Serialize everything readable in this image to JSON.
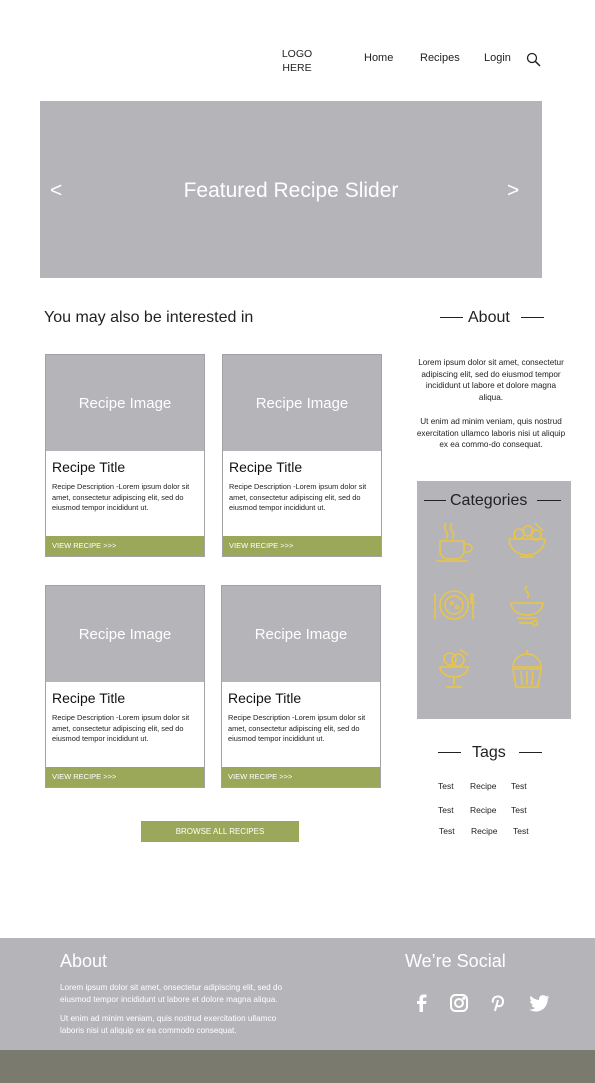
{
  "header": {
    "logo_line1": "LOGO",
    "logo_line2": "HERE",
    "nav": [
      "Home",
      "Recipes",
      "Login"
    ]
  },
  "slider": {
    "title": "Featured Recipe Slider",
    "prev": "<",
    "next": ">"
  },
  "main": {
    "heading": "You may also be interested in",
    "cards": [
      {
        "image_label": "Recipe Image",
        "title": "Recipe Title",
        "desc": "Recipe Description -Lorem ipsum dolor sit amet, consectetur adipiscing elit, sed do eiusmod tempor incididunt ut.",
        "button": "VIEW RECIPE >>>"
      },
      {
        "image_label": "Recipe Image",
        "title": "Recipe Title",
        "desc": "Recipe Description -Lorem ipsum dolor sit amet, consectetur adipiscing elit, sed do eiusmod tempor incididunt ut.",
        "button": "VIEW RECIPE >>>"
      },
      {
        "image_label": "Recipe Image",
        "title": "Recipe Title",
        "desc": "Recipe Description -Lorem ipsum dolor sit amet, consectetur adipiscing elit, sed do eiusmod tempor incididunt ut.",
        "button": "VIEW RECIPE >>>"
      },
      {
        "image_label": "Recipe Image",
        "title": "Recipe Title",
        "desc": "Recipe Description -Lorem ipsum dolor sit amet, consectetur adipiscing elit, sed do eiusmod tempor incididunt ut.",
        "button": "VIEW RECIPE >>>"
      }
    ],
    "browse_button": "BROWSE ALL RECIPES"
  },
  "sidebar": {
    "about_heading": "About",
    "about_p1": "Lorem ipsum dolor sit amet, consectetur adipiscing elit, sed do eiusmod tempor incididunt ut labore et dolore magna aliqua.",
    "about_p2": "Ut enim ad minim veniam, quis nostrud exercitation ullamco laboris nisi ut aliquip ex ea commo-do consequat.",
    "categories_heading": "Categories",
    "category_icons": [
      "coffee-cup-icon",
      "salad-bowl-icon",
      "plate-icon",
      "soup-bowl-icon",
      "ice-cream-icon",
      "cupcake-icon"
    ],
    "tags_heading": "Tags",
    "tags": [
      [
        "Test",
        "Recipe",
        "Test"
      ],
      [
        "Test",
        "Recipe",
        "Test"
      ],
      [
        "Test",
        "Recipe",
        "Test"
      ]
    ]
  },
  "footer": {
    "about_heading": "About",
    "about_p1_line1": "Lorem ipsum dolor sit amet,   onsectetur adipiscing elit, sed do",
    "about_p1_line2": "eiusmod tempor incididunt ut labore et dolore magna aliqua.",
    "about_p2_line1": "Ut enim ad minim veniam, quis nostrud exercitation ullamco",
    "about_p2_line2": "laboris nisi ut aliquip ex ea commodo consequat.",
    "social_heading": "We’re Social",
    "social_icons": [
      "facebook-icon",
      "instagram-icon",
      "pinterest-icon",
      "twitter-icon"
    ]
  },
  "colors": {
    "placeholder_gray": "#b5b4b9",
    "accent_green": "#9ba85a",
    "icon_yellow": "#e8c548",
    "footer_bottom": "#7a7a6f"
  }
}
